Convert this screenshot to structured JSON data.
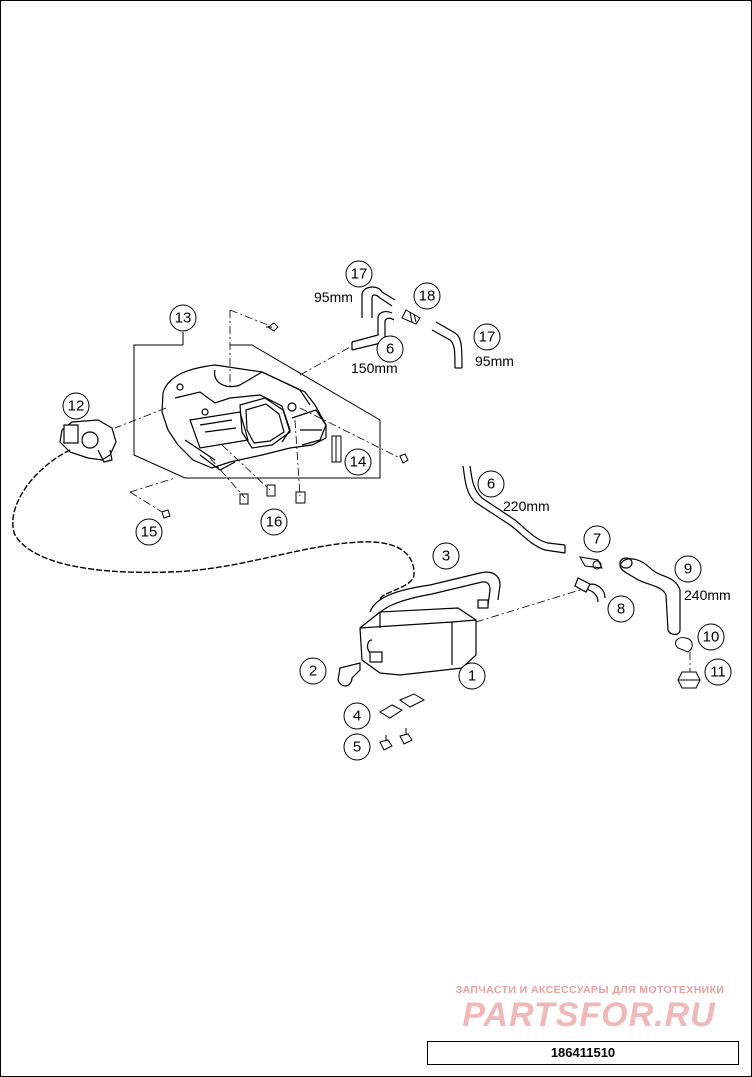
{
  "callouts": {
    "c1": "1",
    "c2": "2",
    "c3": "3",
    "c4": "4",
    "c5": "5",
    "c6a": "6",
    "c6b": "6",
    "c7": "7",
    "c8": "8",
    "c9": "9",
    "c10": "10",
    "c11": "11",
    "c12": "12",
    "c13": "13",
    "c14": "14",
    "c15": "15",
    "c16": "16",
    "c17a": "17",
    "c17b": "17",
    "c18": "18"
  },
  "dimensions": {
    "d17a": "95mm",
    "d6a": "150mm",
    "d17b": "95mm",
    "d6b": "220mm",
    "d9": "240mm"
  },
  "watermark": {
    "tagline": "ЗАПЧАСТИ И АКСЕССУАРЫ ДЛЯ МОТОТЕХНИКИ",
    "brand": "PARTSFOR.RU"
  },
  "part_number": "186411510"
}
